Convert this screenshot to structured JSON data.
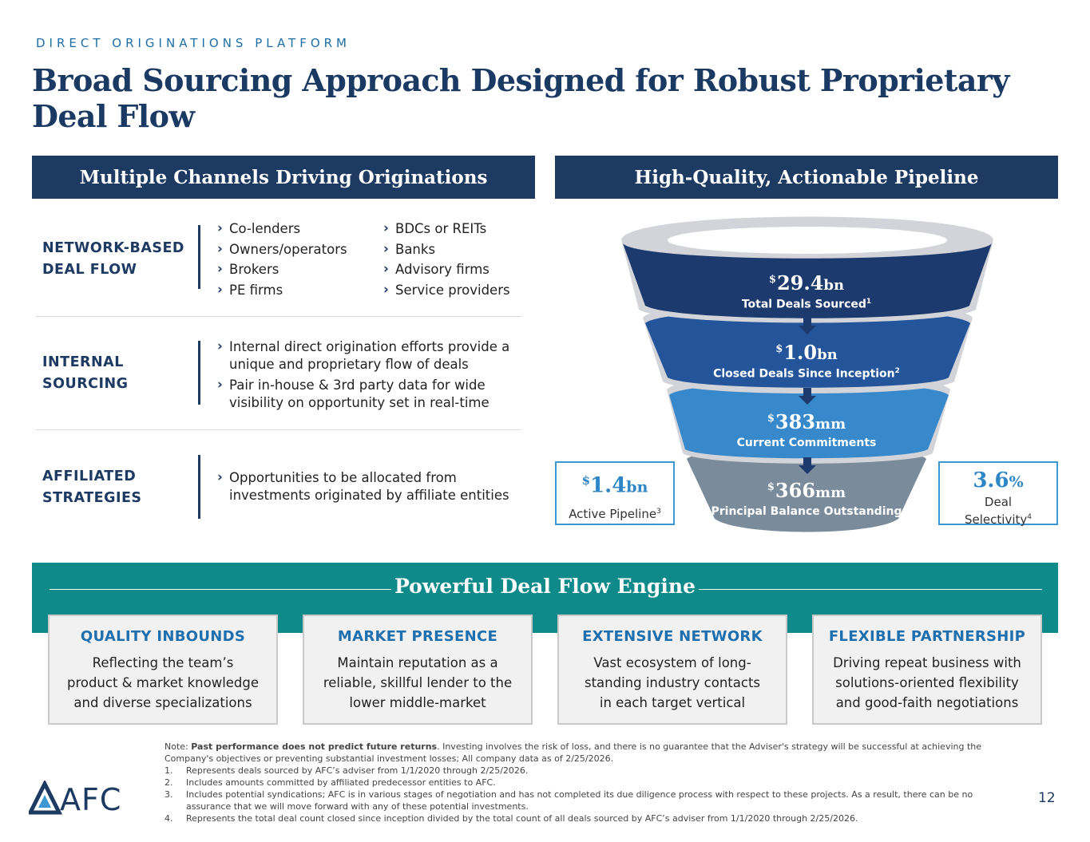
{
  "header": {
    "eyebrow": "DIRECT ORIGINATIONS PLATFORM",
    "title": "Broad Sourcing Approach Designed for Robust Proprietary Deal Flow"
  },
  "left_panel": {
    "heading": "Multiple Channels Driving Originations",
    "channels": [
      {
        "label_lines": [
          "NETWORK-BASED",
          "DEAL FLOW"
        ],
        "col1": [
          "Co-lenders",
          "Owners/operators",
          "Brokers",
          "PE firms"
        ],
        "col2": [
          "BDCs or REITs",
          "Banks",
          "Advisory firms",
          "Service providers"
        ]
      },
      {
        "label_lines": [
          "INTERNAL",
          "SOURCING"
        ],
        "bullets": [
          [
            "Internal direct origination efforts provide a",
            "unique and proprietary flow of deals"
          ],
          [
            "Pair in-house & 3rd party data for wide",
            "visibility on opportunity set in real-time"
          ]
        ]
      },
      {
        "label_lines": [
          "AFFILIATED",
          "STRATEGIES"
        ],
        "bullets": [
          [
            "Opportunities to be allocated from",
            "investments originated by affiliate entities"
          ]
        ]
      }
    ]
  },
  "right_panel": {
    "heading": "High-Quality, Actionable Pipeline",
    "funnel": [
      {
        "currency": "$",
        "value": "29.4",
        "unit": "bn",
        "label": "Total Deals Sourced",
        "footnote": "1",
        "color": "#1d3a6e"
      },
      {
        "currency": "$",
        "value": "1.0",
        "unit": "bn",
        "label": "Closed Deals Since Inception",
        "footnote": "2",
        "color": "#24559b"
      },
      {
        "currency": "$",
        "value": "383",
        "unit": "mm",
        "label": "Current Commitments",
        "footnote": "",
        "color": "#3889cb"
      },
      {
        "currency": "$",
        "value": "366",
        "unit": "mm",
        "label": "Principal Balance Outstanding",
        "footnote": "",
        "color": "#7a8b9b"
      }
    ],
    "rim_color": "#d3d4d9",
    "arrow_color": "#1d3a6e",
    "side_left": {
      "currency": "$",
      "value": "1.4",
      "unit": "bn",
      "label": "Active Pipeline",
      "footnote": "3"
    },
    "side_right": {
      "value": "3.6",
      "unit": "%",
      "label_lines": [
        "Deal",
        "Selectivity"
      ],
      "footnote": "4"
    }
  },
  "engine": {
    "heading": "Powerful Deal Flow Engine",
    "cards": [
      {
        "title": "QUALITY INBOUNDS",
        "lines": [
          "Reflecting the team’s",
          "product & market knowledge",
          "and diverse specializations"
        ]
      },
      {
        "title": "MARKET PRESENCE",
        "lines": [
          "Maintain reputation as a",
          "reliable, skillful lender to the",
          "lower middle-market"
        ]
      },
      {
        "title": "EXTENSIVE NETWORK",
        "lines": [
          "Vast ecosystem of long-",
          "standing industry contacts",
          "in each target vertical"
        ]
      },
      {
        "title": "FLEXIBLE PARTNERSHIP",
        "lines": [
          "Driving repeat business with",
          "solutions-oriented flexibility",
          "and good-faith negotiations"
        ]
      }
    ]
  },
  "notes": {
    "prefix": "Note: ",
    "bold": "Past performance does not predict future returns",
    "intro": ". Investing involves the risk of loss, and there is no guarantee that the Adviser's strategy will be successful at achieving the Company's objectives or preventing substantial investment losses; All company data as of 2/25/2026.",
    "items": [
      {
        "num": "1.",
        "text": "Represents deals sourced by AFC’s adviser from 1/1/2020 through 2/25/2026."
      },
      {
        "num": "2.",
        "text": "Includes amounts committed by affiliated predecessor entities to AFC."
      },
      {
        "num": "3.",
        "text": "Includes potential syndications; AFC is in various stages of negotiation and has not completed its due diligence process with respect to these projects. As a result, there can be no assurance that we will move forward with any of these potential investments."
      },
      {
        "num": "4.",
        "text": "Represents the total deal count closed since inception divided by the total count of all deals sourced by AFC’s adviser from 1/1/2020 through 2/25/2026."
      }
    ]
  },
  "footer": {
    "logo_text": "AFC",
    "page_number": "12",
    "brand_color": "#1d3a63"
  }
}
